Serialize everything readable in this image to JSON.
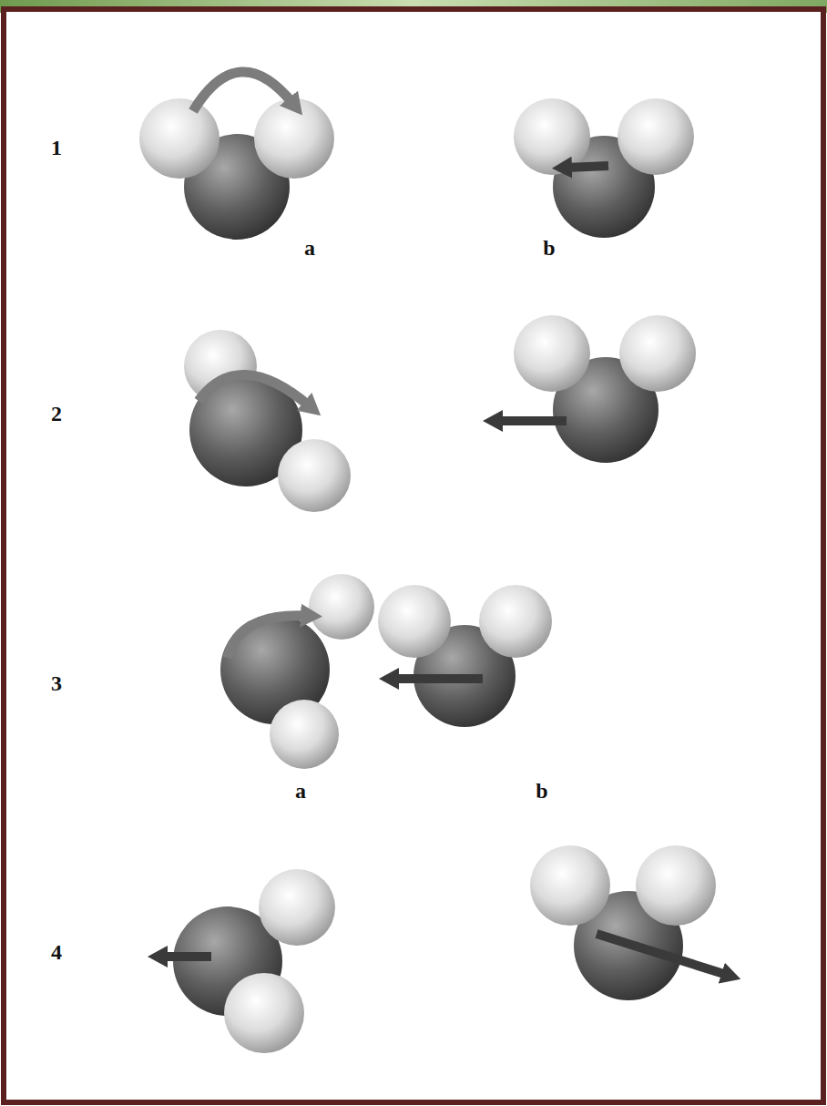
{
  "diagram": {
    "labels": [
      "1",
      "a",
      "b",
      "2",
      "3",
      "a",
      "b",
      "4"
    ]
  }
}
